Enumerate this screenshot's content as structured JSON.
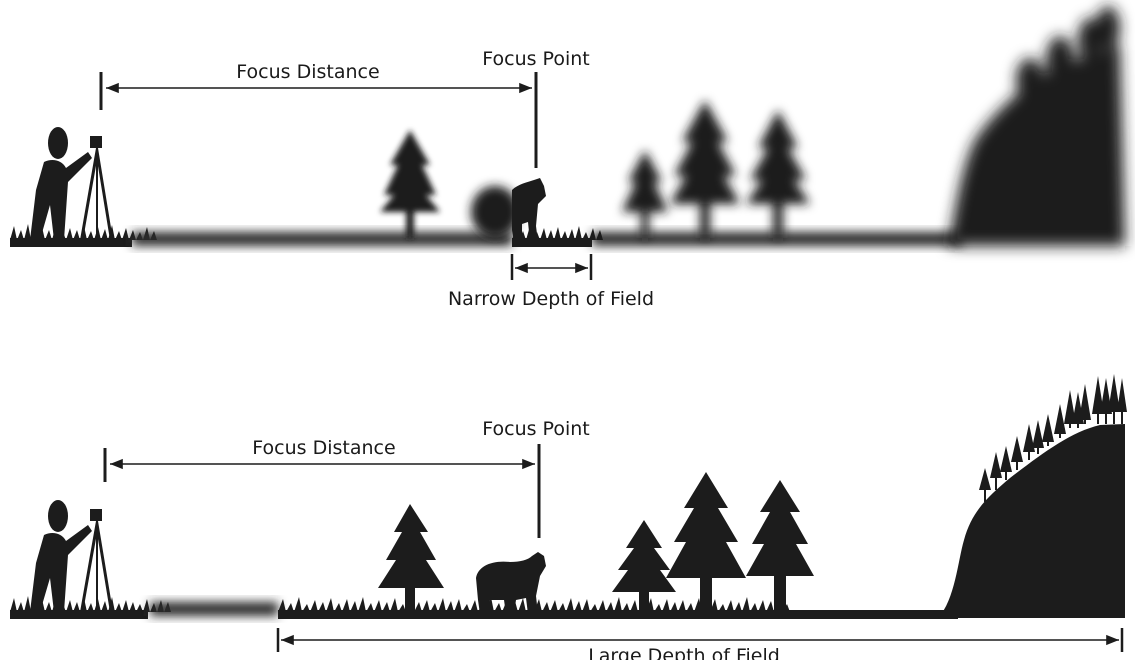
{
  "diagram": {
    "top_panel": {
      "focus_distance_label": "Focus Distance",
      "focus_point_label": "Focus Point",
      "depth_of_field_label": "Narrow Depth of Field"
    },
    "bottom_panel": {
      "focus_distance_label": "Focus Distance",
      "focus_point_label": "Focus Point",
      "depth_of_field_label": "Large Depth of Field"
    },
    "colors": {
      "ink": "#1c1c1c",
      "text": "#1a1a1a",
      "background": "#ffffff"
    }
  }
}
